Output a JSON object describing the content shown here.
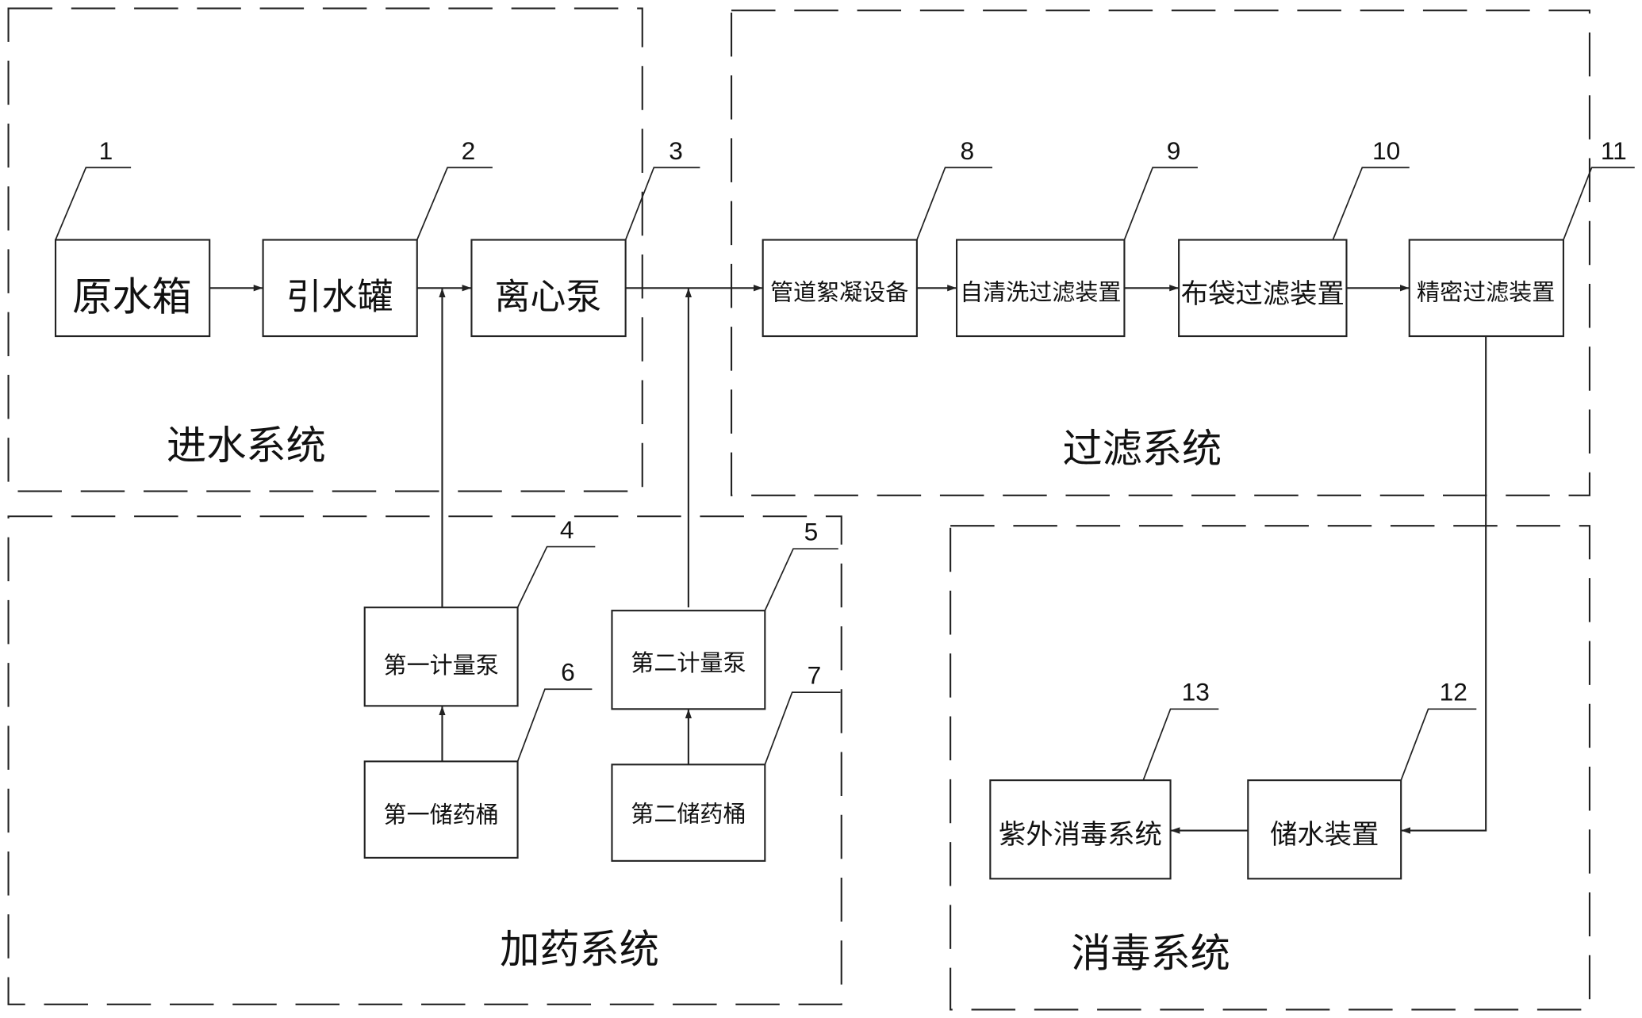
{
  "systems": {
    "intake": "进水系统",
    "filtration": "过滤系统",
    "dosing": "加药系统",
    "disinfection": "消毒系统"
  },
  "components": {
    "raw_water_tank": {
      "number": "1",
      "label": "原水箱"
    },
    "priming_tank": {
      "number": "2",
      "label": "引水罐"
    },
    "centrifugal_pump": {
      "number": "3",
      "label": "离心泵"
    },
    "first_metering_pump": {
      "number": "4",
      "label": "第一计量泵"
    },
    "second_metering_pump": {
      "number": "5",
      "label": "第二计量泵"
    },
    "first_chemical_drum": {
      "number": "6",
      "label": "第一储药桶"
    },
    "second_chemical_drum": {
      "number": "7",
      "label": "第二储药桶"
    },
    "pipeline_flocculation": {
      "number": "8",
      "label": "管道絮凝设备"
    },
    "self_cleaning_filter": {
      "number": "9",
      "label": "自清洗过滤装置"
    },
    "bag_filter": {
      "number": "10",
      "label": "布袋过滤装置"
    },
    "precision_filter": {
      "number": "11",
      "label": "精密过滤装置"
    },
    "water_storage": {
      "number": "12",
      "label": "储水装置"
    },
    "uv_disinfection": {
      "number": "13",
      "label": "紫外消毒系统"
    }
  }
}
